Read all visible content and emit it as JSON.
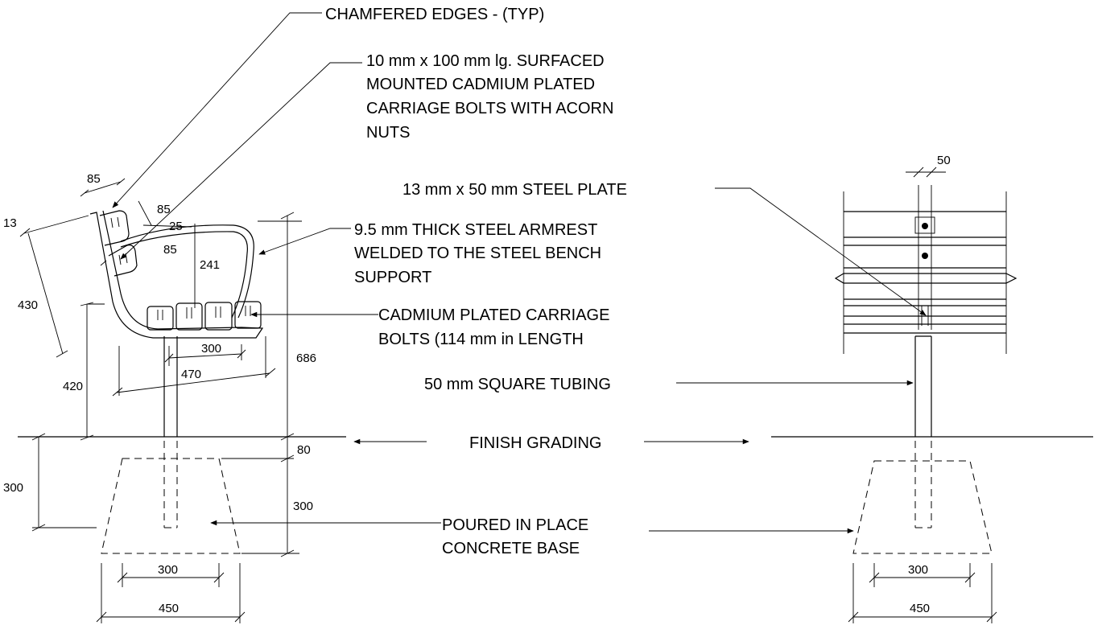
{
  "notes": {
    "chamfered": "CHAMFERED EDGES - (TYP)",
    "bolts_line1": "10 mm x 100 mm lg. SURFACED",
    "bolts_line2": "MOUNTED CADMIUM PLATED",
    "bolts_line3": "CARRIAGE BOLTS WITH ACORN",
    "bolts_line4": "NUTS",
    "steel_plate": "13 mm x 50 mm STEEL PLATE",
    "armrest_line1": "9.5 mm THICK STEEL ARMREST",
    "armrest_line2": "WELDED TO THE STEEL BENCH",
    "armrest_line3": "SUPPORT",
    "cadmium_line1": "CADMIUM PLATED CARRIAGE",
    "cadmium_line2": "BOLTS (114 mm in LENGTH",
    "tubing": "50 mm SQUARE TUBING",
    "grading": "FINISH GRADING",
    "concrete_line1": "POURED IN PLACE",
    "concrete_line2": "CONCRETE BASE"
  },
  "dimensions": {
    "d85_top": "85",
    "d85_mid": "85",
    "d85_low": "85",
    "d25": "25",
    "d13": "13",
    "d241": "241",
    "d430": "430",
    "d420": "420",
    "d300_seat": "300",
    "d470": "470",
    "d686": "686",
    "d80": "80",
    "d300_depth_left": "300",
    "d300_depth_right": "300",
    "d300_footing_left": "300",
    "d450_footing_left": "450",
    "d300_footing_right": "300",
    "d450_footing_right": "450",
    "d50_post": "50"
  }
}
